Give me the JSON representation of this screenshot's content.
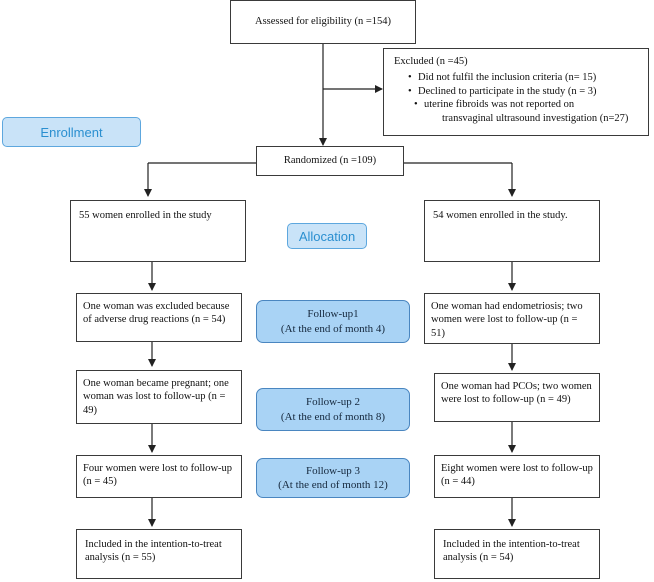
{
  "eligibility": "Assessed for eligibility (n =154)",
  "excluded": {
    "title": "Excluded (n =45)",
    "items": [
      "Did not fulfil the inclusion criteria (n= 15)",
      "Declined to participate in the study (n = 3)",
      "uterine fibroids was not reported on"
    ],
    "item_continuation": "transvaginal ultrasound investigation (n=27)"
  },
  "labels": {
    "enrollment": "Enrollment",
    "allocation": "Allocation"
  },
  "randomized": "Randomized (n =109)",
  "left_arm": {
    "enrolled": "55 women enrolled in the study",
    "fu1": "One woman was excluded because of adverse drug reactions (n = 54)",
    "fu2": "One woman became pregnant; one woman was lost to follow-up (n = 49)",
    "fu3": "Four women were lost to follow-up (n = 45)",
    "analysis": "Included in the intention-to-treat analysis (n = 55)"
  },
  "right_arm": {
    "enrolled": "54 women enrolled in the study.",
    "fu1": "One woman had endometriosis; two women were lost to follow-up (n = 51)",
    "fu2": "One woman had PCOs; two women were lost to follow-up (n = 49)",
    "fu3": "Eight women were lost to follow-up (n = 44)",
    "analysis": "Included in the intention-to-treat analysis (n = 54)"
  },
  "followups": [
    {
      "title": "Follow-up1",
      "subtitle": "(At the end of month 4)"
    },
    {
      "title": "Follow-up 2",
      "subtitle": "(At the end of month 8)"
    },
    {
      "title": "Follow-up 3",
      "subtitle": "(At the end of month 12)"
    }
  ]
}
